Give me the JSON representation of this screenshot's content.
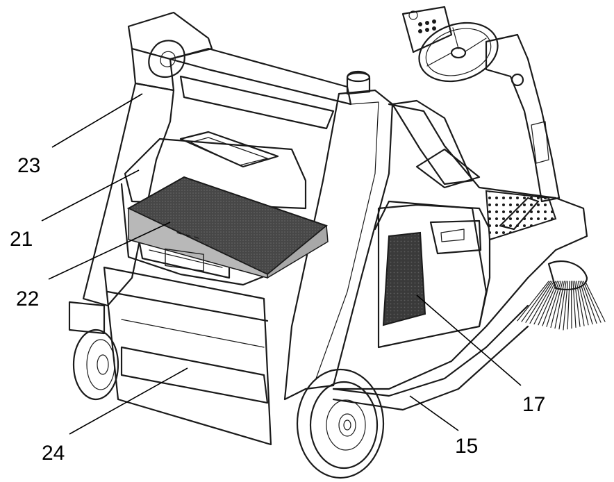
{
  "figure": {
    "callouts": [
      {
        "id": "23",
        "label": "23"
      },
      {
        "id": "21",
        "label": "21"
      },
      {
        "id": "22",
        "label": "22"
      },
      {
        "id": "24",
        "label": "24"
      },
      {
        "id": "17",
        "label": "17"
      },
      {
        "id": "15",
        "label": "15"
      }
    ],
    "colors": {
      "line": "#1a1a1a",
      "filter_fill": "#4a4a4a",
      "filter_frame": "#b5b5b5",
      "mesh_fill": "#3c3c3c",
      "background": "#ffffff"
    }
  }
}
